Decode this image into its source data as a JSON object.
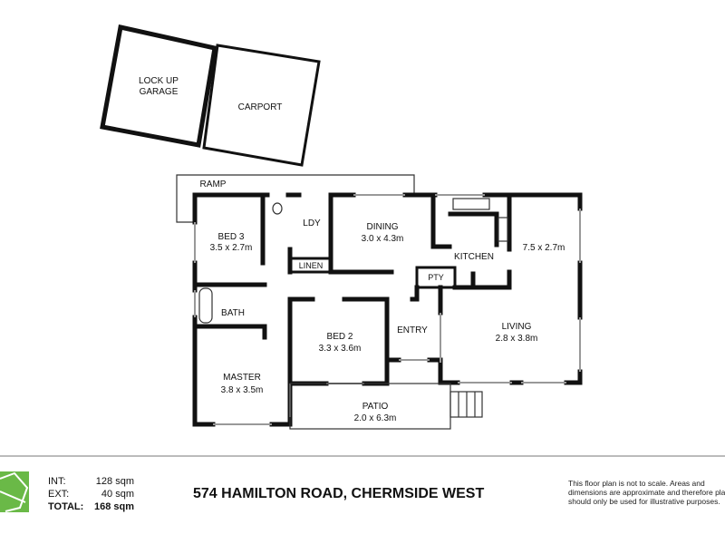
{
  "plan": {
    "rooms": {
      "garage": "LOCK UP",
      "garage2": "GARAGE",
      "carport": "CARPORT",
      "ramp": "RAMP",
      "bed3": "BED 3",
      "bed3_dim": "3.5 x 2.7m",
      "ldy": "LDY",
      "linen": "LINEN",
      "dining": "DINING",
      "dining_dim": "3.0 x 4.3m",
      "kitchen": "KITCHEN",
      "pty": "PTY",
      "kitchen_dim": "7.5 x 2.7m",
      "bath": "BATH",
      "bed2": "BED 2",
      "bed2_dim": "3.3 x 3.6m",
      "entry": "ENTRY",
      "living": "LIVING",
      "living_dim": "2.8 x 3.8m",
      "master": "MASTER",
      "master_dim": "3.8 x 3.5m",
      "patio": "PATIO",
      "patio_dim": "2.0 x 6.3m"
    }
  },
  "footer": {
    "logo_color": "#6ab947",
    "int_label": "INT:",
    "int_value": "128 sqm",
    "ext_label": "EXT:",
    "ext_value": "40 sqm",
    "total_label": "TOTAL:",
    "total_value": "168 sqm",
    "address": "574 HAMILTON ROAD, CHERMSIDE WEST",
    "disclaimer": "This floor plan is not to scale. Areas and dimensions are approximate and therefore plan should only be used for illustrative purposes."
  }
}
